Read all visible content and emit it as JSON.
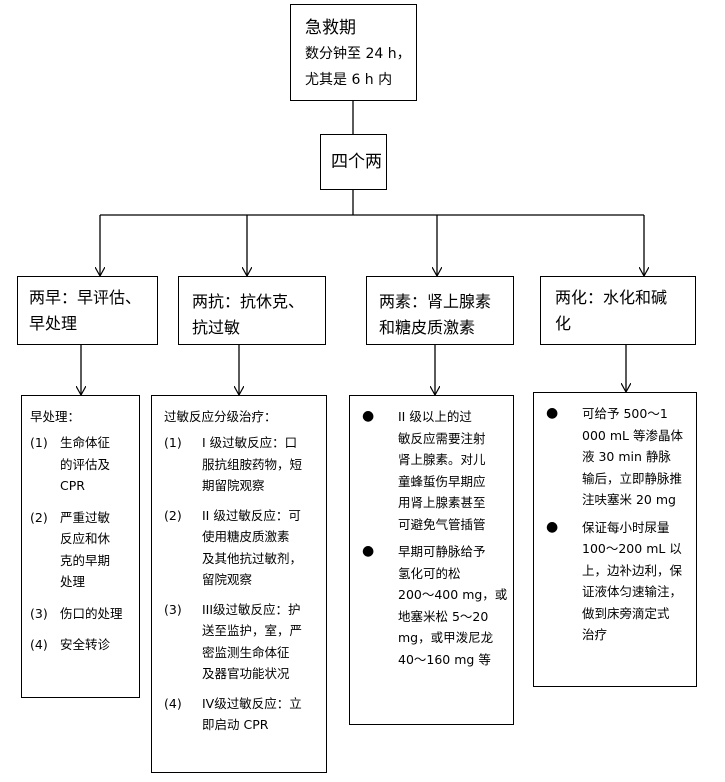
{
  "top": {
    "title": "急救期",
    "line1": "数分钟至 24 h，",
    "line2": "尤其是 6 h 内"
  },
  "hub": {
    "label": "四个两"
  },
  "branches": [
    {
      "lines": [
        "两早：早评估、",
        "早处理"
      ]
    },
    {
      "lines": [
        "两抗：抗休克、",
        "抗过敏"
      ]
    },
    {
      "lines": [
        "两素：肾上腺素",
        "和糖皮质激素"
      ]
    },
    {
      "lines": [
        "两化：水化和碱",
        "化"
      ]
    }
  ],
  "details": {
    "early": {
      "heading": "早处理：",
      "items": [
        {
          "num": "(1)",
          "lines": [
            "生命体征",
            "的评估及",
            "CPR"
          ]
        },
        {
          "num": "(2)",
          "lines": [
            "严重过敏",
            "反应和休",
            "克的早期",
            "处理"
          ]
        },
        {
          "num": "(3)",
          "lines": [
            "伤口的处理"
          ]
        },
        {
          "num": "(4)",
          "lines": [
            "安全转诊"
          ]
        }
      ]
    },
    "anti": {
      "heading": "过敏反应分级治疗：",
      "items": [
        {
          "num": "(1)",
          "lines": [
            "I 级过敏反应：口",
            "服抗组胺药物，短",
            "期留院观察"
          ]
        },
        {
          "num": "(2)",
          "lines": [
            "II 级过敏反应：可",
            "使用糖皮质激素",
            "及其他抗过敏剂，",
            "留院观察"
          ]
        },
        {
          "num": "(3)",
          "lines": [
            "III级过敏反应：护",
            "送至监护，室，严",
            "密监测生命体征",
            "及器官功能状况"
          ]
        },
        {
          "num": "(4)",
          "lines": [
            "IV级过敏反应：立",
            "即启动 CPR"
          ]
        }
      ]
    },
    "hormone": {
      "items": [
        {
          "lines": [
            "II 级以上的过",
            "敏反应需要注射",
            "肾上腺素。对儿",
            "童蜂蜇伤早期应",
            "用肾上腺素甚至",
            "可避免气管插管"
          ]
        },
        {
          "lines": [
            "早期可静脉给予",
            "氢化可的松",
            "200～400 mg，或",
            "地塞米松 5～20",
            "mg，或甲泼尼龙",
            "40～160 mg 等"
          ]
        }
      ]
    },
    "hydration": {
      "items": [
        {
          "lines": [
            "可给予 500～1",
            "000 mL 等渗晶体",
            "液 30 min 静脉",
            "输后，立即静脉推",
            "注呋塞米 20 mg"
          ]
        },
        {
          "lines": [
            "保证每小时尿量",
            "100～200 mL 以",
            "上，边补边利，保",
            "证液体匀速输注，",
            "做到床旁滴定式",
            "治疗"
          ]
        }
      ]
    }
  },
  "bullet_symbol": "●"
}
